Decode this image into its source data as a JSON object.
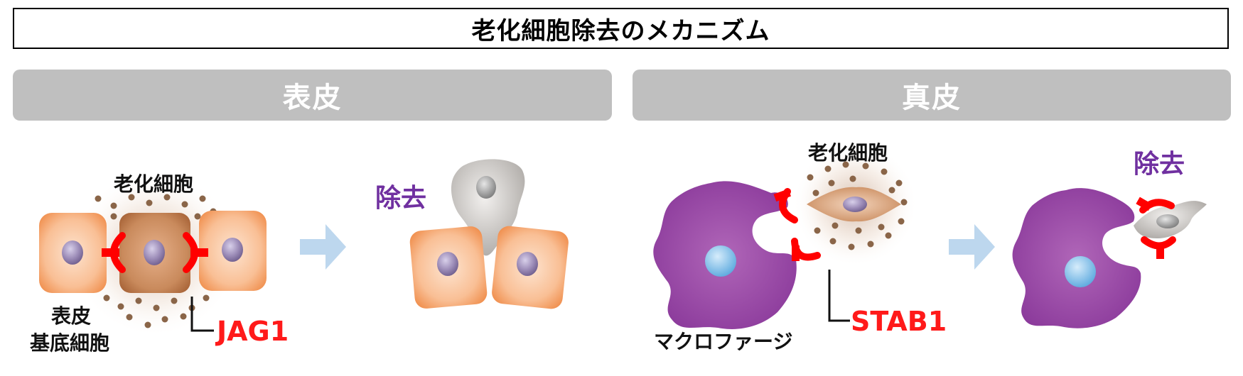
{
  "title": "老化細胞除去のメカニズム",
  "sections": {
    "left": "表皮",
    "right": "真皮"
  },
  "labels": {
    "senescent_cell_left": "老化細胞",
    "basal_cells_line1": "表皮",
    "basal_cells_line2": "基底細胞",
    "jag1": "JAG1",
    "removal_left": "除去",
    "senescent_cell_right": "老化細胞",
    "macrophage": "マクロファージ",
    "stab1": "STAB1",
    "removal_right": "除去"
  },
  "colors": {
    "receptor_red": "#ff0000",
    "removal_purple": "#7030a0",
    "macrophage_purple": "#8b3a9b",
    "epithelial_orange": "#f7b07a",
    "arrow_blue": "#bdd7ee"
  }
}
